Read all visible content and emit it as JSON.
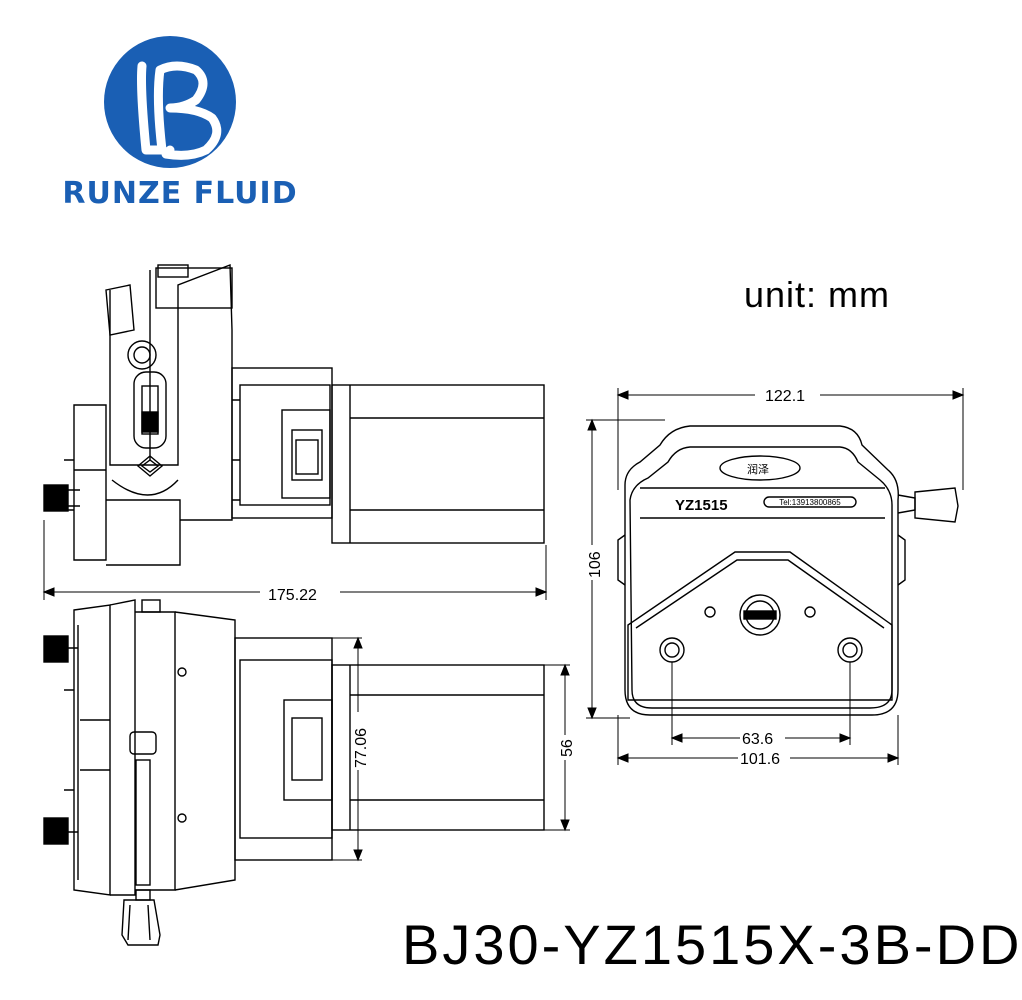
{
  "brand": {
    "name": "RUNZE FLUID",
    "color": "#1a5fb4",
    "logo_icon": "stylized-b-logo"
  },
  "unit_label": "unit: mm",
  "model_code": "BJ30-YZ1515X-3B-DD",
  "pump_head": {
    "cover_label": "润泽",
    "model_label": "YZ1515",
    "phone_label": "Tel:13913800865"
  },
  "dimensions": {
    "overall_length": "175.22",
    "head_width": "122.1",
    "head_height": "106",
    "mount_hole_spacing": "63.6",
    "base_width": "101.6",
    "flange_height": "77.06",
    "motor_height": "56"
  }
}
